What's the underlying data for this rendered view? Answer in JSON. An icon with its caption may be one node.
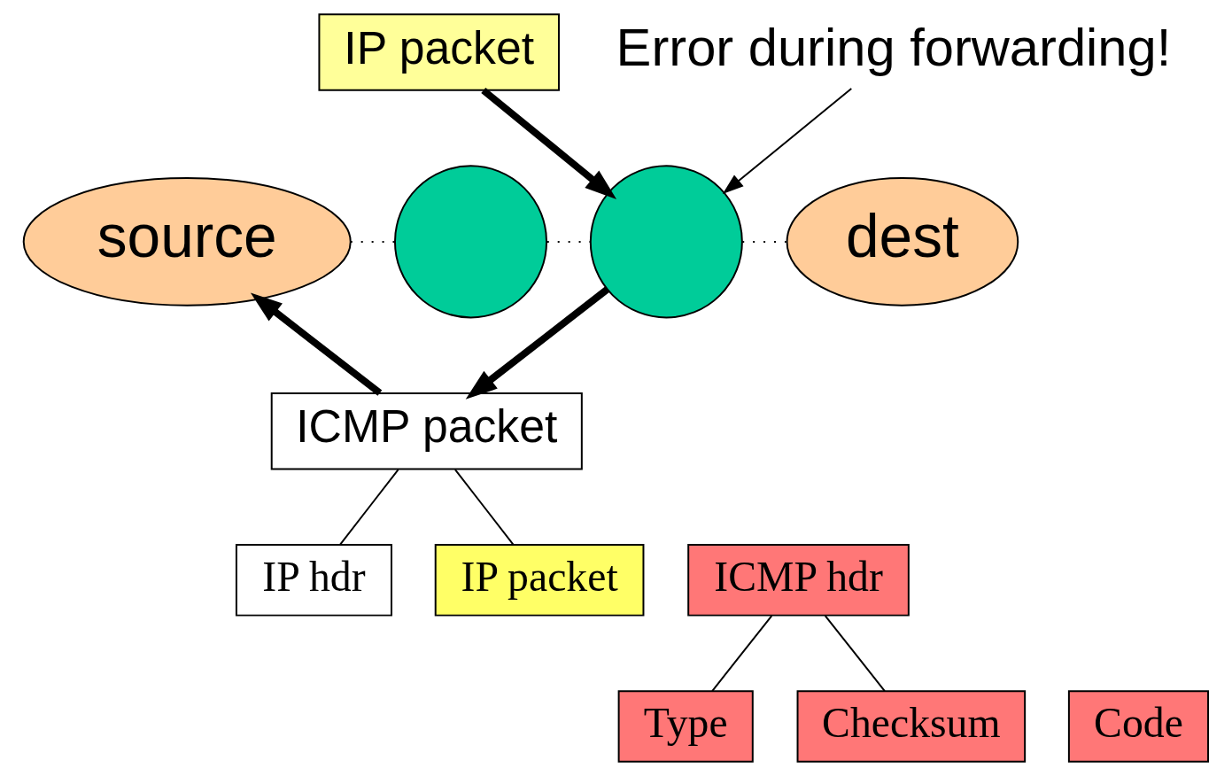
{
  "diagram": {
    "nodes": [
      {
        "text": [
          "IP packet"
        ]
      },
      {
        "text": [
          "source"
        ]
      },
      {
        "text": [],
        "shape": "circle"
      },
      {
        "text": [],
        "shape": "circle"
      },
      {
        "text": [
          "dest"
        ]
      },
      {
        "text": [
          "ICMP packet"
        ]
      },
      {
        "text": [
          "IP hdr"
        ]
      },
      {
        "text": [
          "ICMP hdr"
        ]
      },
      {
        "text": [
          "IP packet"
        ]
      },
      {
        "text": [
          "Type"
        ]
      },
      {
        "text": [
          "Code"
        ]
      },
      {
        "text": [
          "Checksum"
        ]
      },
      {
        "text": [
          "Error during forwarding!"
        ]
      }
    ],
    "edges": [
      {
        "from": 1,
        "to": 2,
        "arrow": "none",
        "style": "dashed"
      },
      {
        "from": 2,
        "to": 3,
        "arrow": "none",
        "style": "dashed"
      },
      {
        "from": 3,
        "to": 4,
        "arrow": "none",
        "style": "dashed"
      },
      {
        "from": 0,
        "to": 3,
        "arrow": "to",
        "style": "thick"
      },
      {
        "from": 3,
        "to": 5,
        "arrow": "to",
        "style": "thick"
      },
      {
        "from": 5,
        "to": 1,
        "arrow": "to",
        "style": "thick"
      },
      {
        "from": 12,
        "to": 3,
        "arrow": "to"
      },
      {
        "from": 5,
        "to": 6,
        "arrow": "none"
      },
      {
        "from": 5,
        "to": 8,
        "arrow": "none"
      },
      {
        "from": 7,
        "to": 9,
        "arrow": "none"
      },
      {
        "from": 7,
        "to": 11,
        "arrow": "none"
      }
    ]
  }
}
